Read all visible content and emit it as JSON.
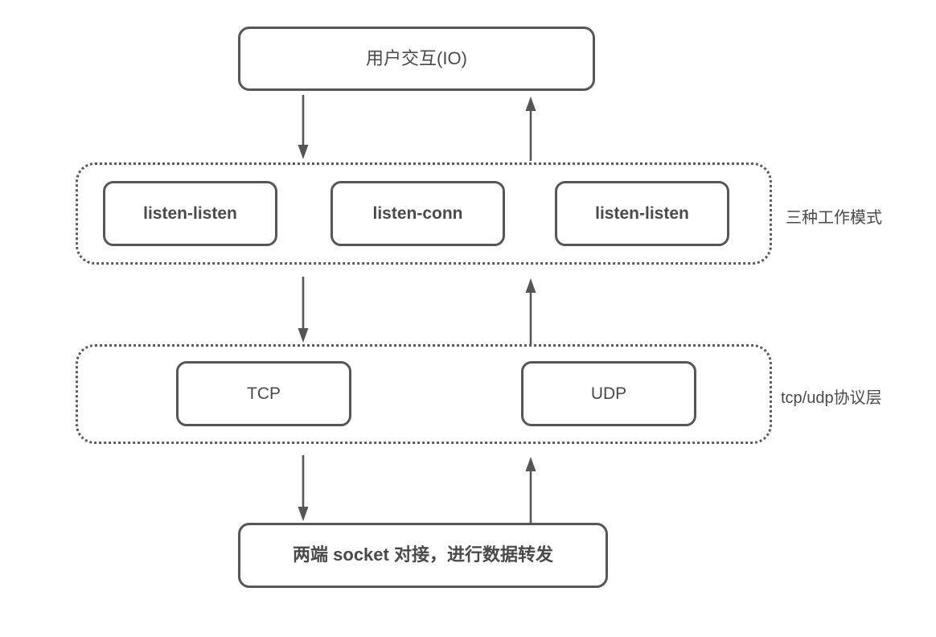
{
  "diagram": {
    "title_box": {
      "label": "用户交互(IO)"
    },
    "modes_group": {
      "side_label": "三种工作模式",
      "boxes": [
        {
          "label": "listen-listen"
        },
        {
          "label": "listen-conn"
        },
        {
          "label": "listen-listen"
        }
      ]
    },
    "protocol_group": {
      "side_label": "tcp/udp协议层",
      "boxes": [
        {
          "label": "TCP"
        },
        {
          "label": "UDP"
        }
      ]
    },
    "bottom_box": {
      "label": "两端 socket 对接，进行数据转发"
    },
    "arrows": [
      {
        "name": "io-to-modes-down",
        "direction": "down"
      },
      {
        "name": "modes-to-io-up",
        "direction": "up"
      },
      {
        "name": "modes-to-proto-down",
        "direction": "down"
      },
      {
        "name": "proto-to-modes-up",
        "direction": "up"
      },
      {
        "name": "proto-to-socket-down",
        "direction": "down"
      },
      {
        "name": "socket-to-proto-up",
        "direction": "up"
      }
    ],
    "colors": {
      "stroke": "#565656",
      "text": "#4a4a4a",
      "dotted": "#5b5b5b",
      "background": "#ffffff"
    }
  }
}
